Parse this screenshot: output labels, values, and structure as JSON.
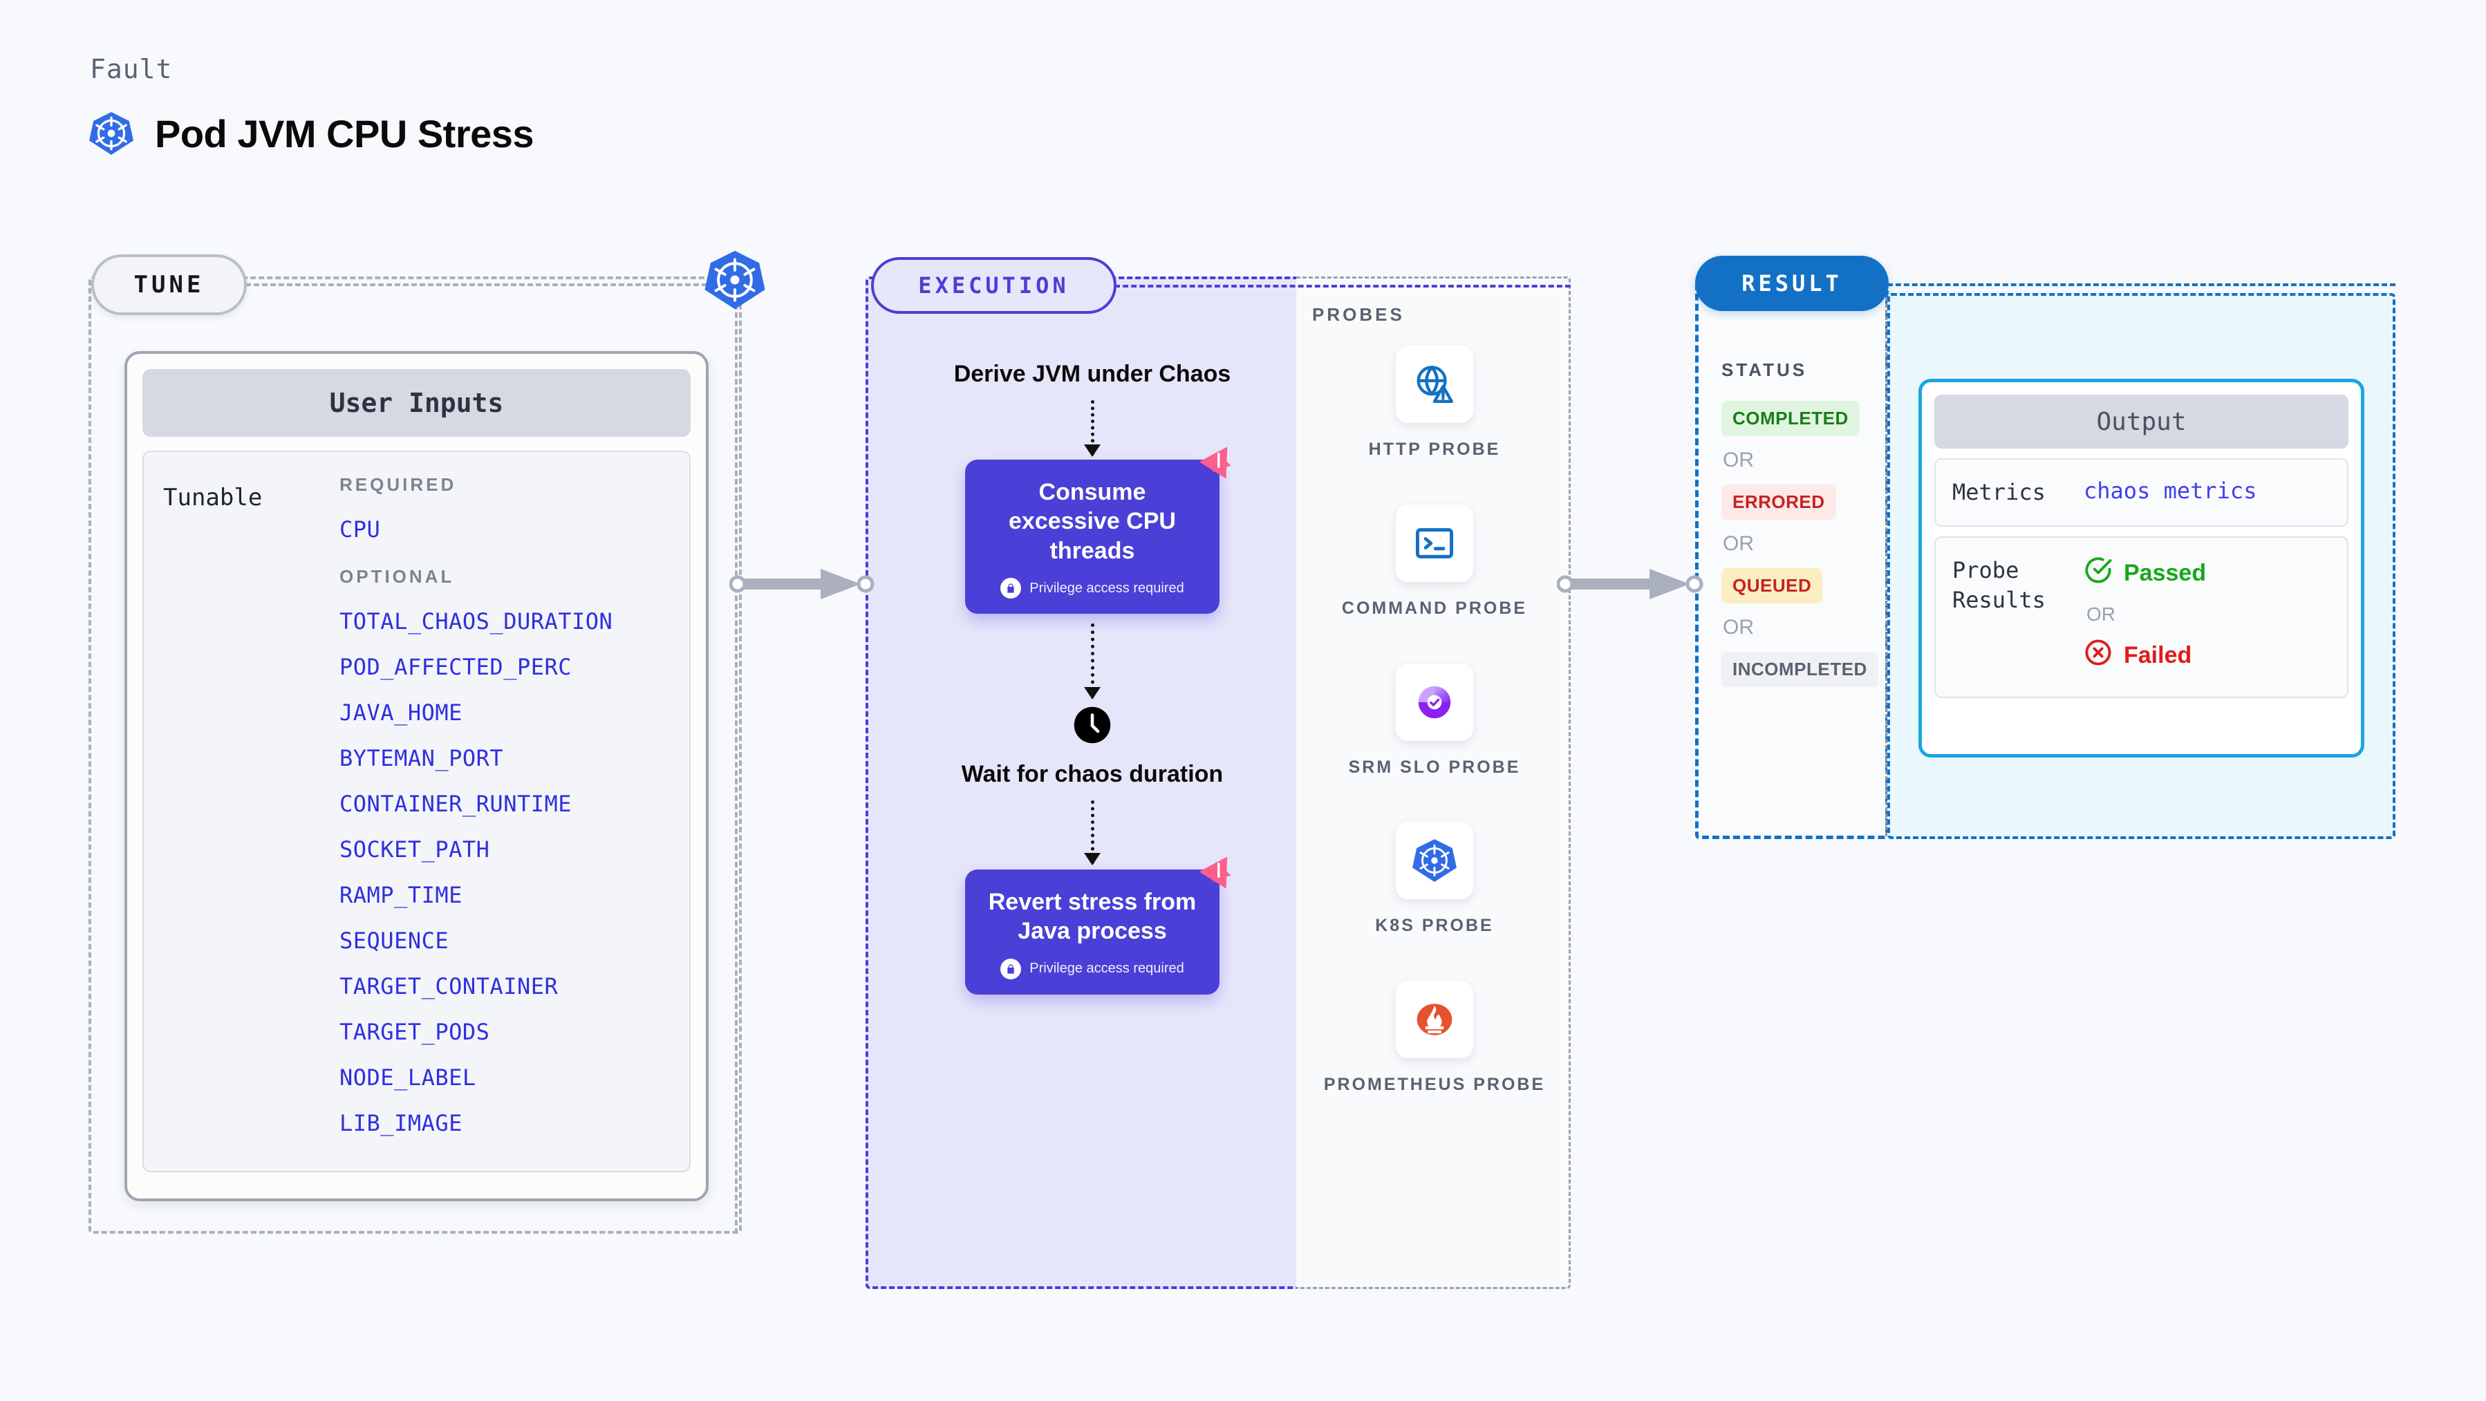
{
  "header": {
    "eyebrow": "Fault",
    "title": "Pod JVM CPU Stress",
    "icon": "kubernetes-icon"
  },
  "tune": {
    "pill_label": "TUNE",
    "card_title": "User Inputs",
    "tunable_label": "Tunable",
    "required_label": "REQUIRED",
    "optional_label": "OPTIONAL",
    "required": [
      "CPU"
    ],
    "optional": [
      "TOTAL_CHAOS_DURATION",
      "POD_AFFECTED_PERC",
      "JAVA_HOME",
      "BYTEMAN_PORT",
      "CONTAINER_RUNTIME",
      "SOCKET_PATH",
      "RAMP_TIME",
      "SEQUENCE",
      "TARGET_CONTAINER",
      "TARGET_PODS",
      "NODE_LABEL",
      "LIB_IMAGE"
    ]
  },
  "execution": {
    "pill_label": "EXECUTION",
    "step1_text": "Derive JVM under Chaos",
    "step2_title": "Consume excessive CPU threads",
    "step2_note": "Privilege access required",
    "step3_text": "Wait for chaos duration",
    "step4_title": "Revert stress from Java process",
    "step4_note": "Privilege access required"
  },
  "probes": {
    "section_label": "PROBES",
    "items": [
      {
        "name": "HTTP PROBE",
        "icon": "globe-warning-icon"
      },
      {
        "name": "COMMAND PROBE",
        "icon": "terminal-icon"
      },
      {
        "name": "SRM SLO PROBE",
        "icon": "srm-slo-icon"
      },
      {
        "name": "K8S PROBE",
        "icon": "kubernetes-icon"
      },
      {
        "name": "PROMETHEUS PROBE",
        "icon": "prometheus-icon"
      }
    ]
  },
  "result": {
    "pill_label": "RESULT",
    "status_label": "STATUS",
    "or_label": "OR",
    "statuses": [
      {
        "label": "COMPLETED",
        "color": "#1a7d1a",
        "bg": "#dff5df"
      },
      {
        "label": "ERRORED",
        "color": "#c62222",
        "bg": "#fde9e7"
      },
      {
        "label": "QUEUED",
        "color": "#c62222",
        "bg": "#fbeec2"
      },
      {
        "label": "INCOMPLETED",
        "color": "#5b6170",
        "bg": "#f0f1f5"
      }
    ],
    "output": {
      "title": "Output",
      "metrics_key": "Metrics",
      "metrics_value": "chaos metrics",
      "probe_key": "Probe Results",
      "passed_label": "Passed",
      "failed_label": "Failed",
      "or_label": "OR",
      "passed_color": "#17a81a",
      "failed_color": "#e01b1b"
    }
  },
  "colors": {
    "accent_purple": "#4a3fd6",
    "accent_blue": "#1271c4",
    "accent_cyan": "#18a6e0",
    "tunable_link": "#2f2fe0",
    "litmus_pink": "#fa5f8d"
  }
}
